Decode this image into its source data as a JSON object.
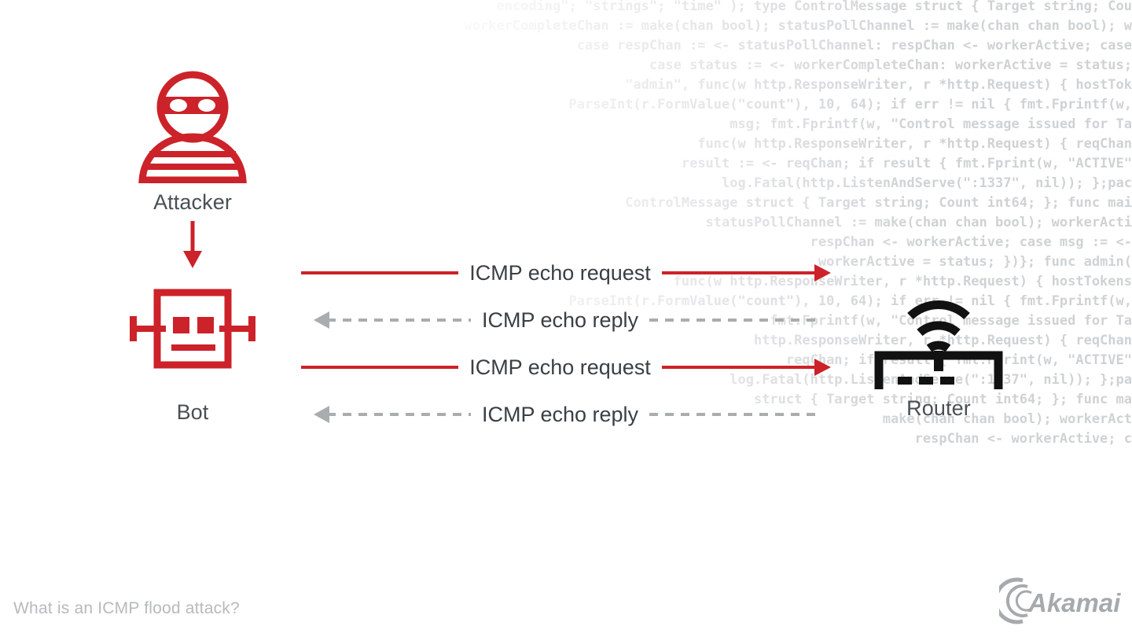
{
  "page": {
    "caption": "What is an ICMP flood attack?",
    "background_color": "#ffffff",
    "accent_red": "#cc2229",
    "reply_gray": "#a9adb0",
    "label_gray": "#4a4f54",
    "router_black": "#111111"
  },
  "nodes": {
    "attacker": {
      "label": "Attacker",
      "icon": "attacker-burglar-icon",
      "color": "#cc2229"
    },
    "bot": {
      "label": "Bot",
      "icon": "bot-robot-icon",
      "color": "#cc2229"
    },
    "router": {
      "label": "Router",
      "icon": "router-wifi-icon",
      "color": "#111111"
    }
  },
  "flow": {
    "down_arrow": {
      "from": "attacker",
      "to": "bot",
      "color": "#cc2229"
    },
    "messages": [
      {
        "label": "ICMP echo request",
        "direction": "right",
        "style": "solid",
        "color": "#cc2229"
      },
      {
        "label": "ICMP echo reply",
        "direction": "left",
        "style": "dashed",
        "color": "#a9adb0"
      },
      {
        "label": "ICMP echo request",
        "direction": "right",
        "style": "solid",
        "color": "#cc2229"
      },
      {
        "label": "ICMP echo reply",
        "direction": "left",
        "style": "dashed",
        "color": "#a9adb0"
      }
    ]
  },
  "brand": {
    "name": "Akamai",
    "logo": "akamai-logo"
  },
  "code_background": {
    "lines": [
      "encoding\"; \"strings\"; \"time\" ); type ControlMessage struct { Target string; Cou",
      "workerCompleteChan := make(chan bool); statusPollChannel := make(chan chan bool); w",
      "case respChan := <- statusPollChannel: respChan <- workerActive; case",
      "case status := <- workerCompleteChan: workerActive = status;",
      "\"admin\", func(w http.ResponseWriter, r *http.Request) { hostTok",
      "ParseInt(r.FormValue(\"count\"), 10, 64); if err != nil { fmt.Fprintf(w,",
      "msg; fmt.Fprintf(w, \"Control message issued for Ta",
      "func(w http.ResponseWriter, r *http.Request) { reqChan",
      "result := <- reqChan; if result { fmt.Fprint(w, \"ACTIVE\"",
      "log.Fatal(http.ListenAndServe(\":1337\", nil)); };pac",
      "ControlMessage struct { Target string; Count int64; }; func mai",
      "statusPollChannel := make(chan chan bool); workerActi",
      "respChan <- workerActive; case msg := <-",
      "workerActive = status; })}; func admin(",
      "func(w http.ResponseWriter, r *http.Request) { hostTokens",
      "ParseInt(r.FormValue(\"count\"), 10, 64); if err != nil { fmt.Fprintf(w,",
      "fmt.Fprintf(w, \"Control message issued for Ta",
      "http.ResponseWriter, r *http.Request) { reqChan",
      "reqChan; if result { fmt.Fprint(w, \"ACTIVE\"",
      "log.Fatal(http.ListenAndServe(\":1337\", nil)); };pa",
      "struct { Target string; Count int64; }; func ma",
      "make(chan chan bool); workerAct",
      "respChan <- workerActive; c"
    ]
  }
}
